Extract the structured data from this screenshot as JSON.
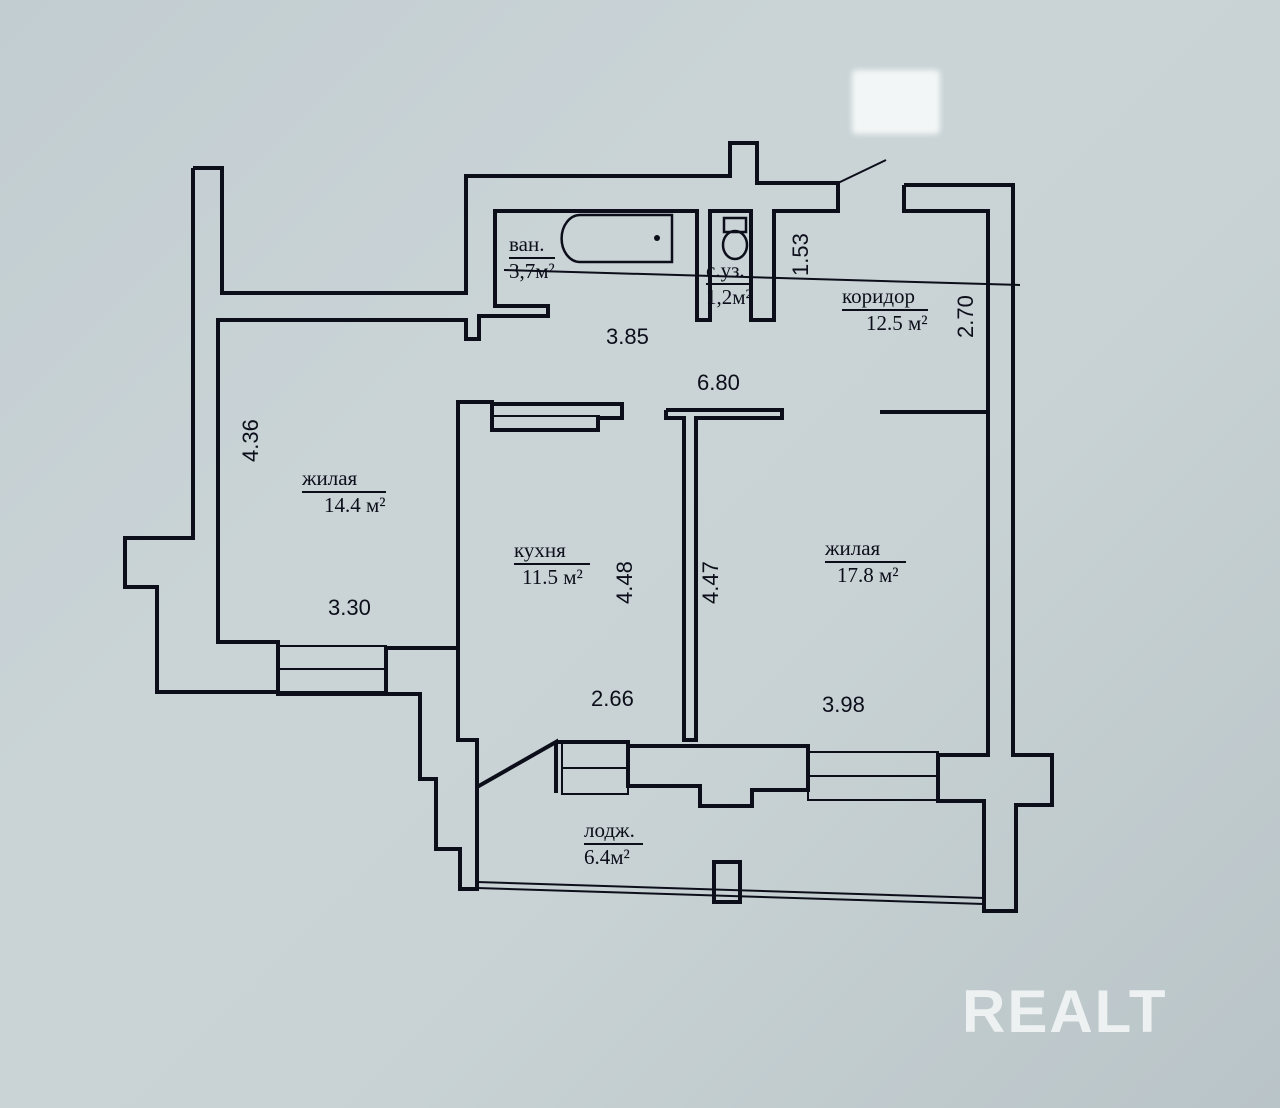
{
  "rooms": {
    "bath": {
      "name": "ван.",
      "area": "3,7м²"
    },
    "wc": {
      "name": "с.уз.",
      "area": "1,2м²"
    },
    "corridor": {
      "name": "коридор",
      "area": "12.5 м²"
    },
    "living_left": {
      "name": "жилая",
      "area": "14.4 м²"
    },
    "kitchen": {
      "name": "кухня",
      "area": "11.5 м²"
    },
    "living_right": {
      "name": "жилая",
      "area": "17.8 м²"
    },
    "loggia": {
      "name": "лодж.",
      "area": "6.4м²"
    }
  },
  "dimensions": {
    "wc_height": "1.53",
    "corridor_height": "2.70",
    "bath_wc_width": "3.85",
    "corridor_width": "6.80",
    "living_left_height": "4.36",
    "living_left_width": "3.30",
    "kitchen_height": "4.48",
    "living_right_height": "4.47",
    "kitchen_width": "2.66",
    "living_right_width": "3.98"
  },
  "watermark": "REALT",
  "colors": {
    "background": "#c6d0d3",
    "ink": "#0c0e1a",
    "watermark": "#eef1f2"
  }
}
